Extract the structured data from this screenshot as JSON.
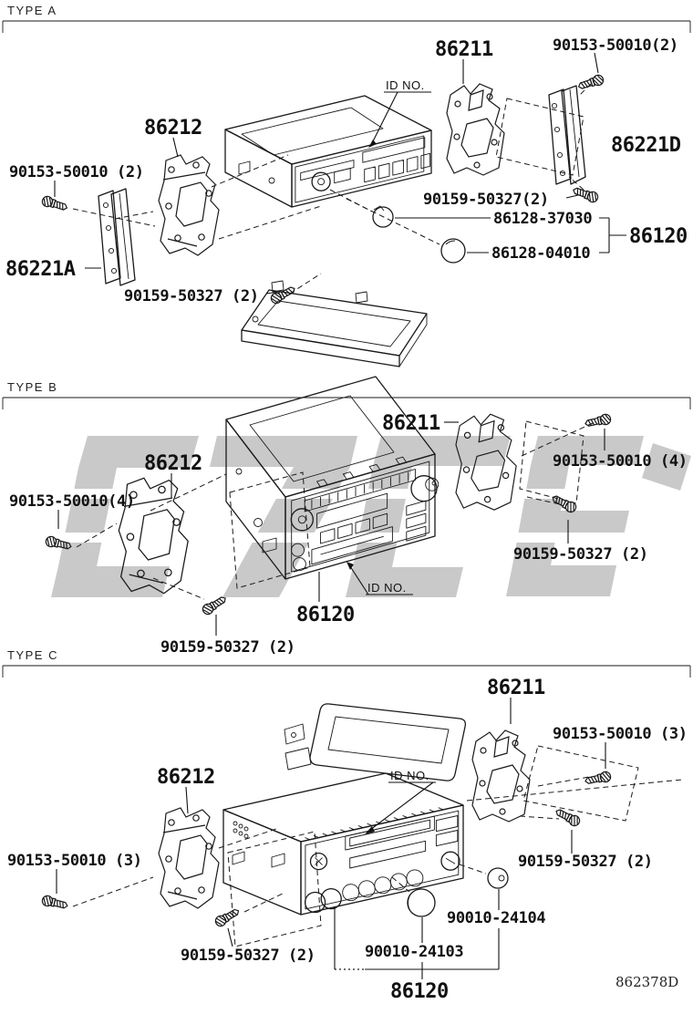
{
  "figure_code": "862378D",
  "sections": {
    "a": {
      "title": "TYPE A",
      "labels": {
        "bracket_no2": "86212",
        "bracket_no1": "86211",
        "screw_right": "90153-50010(2)",
        "screw_left": "90153-50010 (2)",
        "panel_left": "86221A",
        "panel_right": "86221D",
        "washer_screw_left": "90159-50327 (2)",
        "washer_screw_right": "90159-50327(2)",
        "knob_upper": "86128-37030",
        "knob_lower": "86128-04010",
        "receiver": "86120",
        "id_no": "ID NO."
      }
    },
    "b": {
      "title": "TYPE B",
      "labels": {
        "bracket_no2": "86212",
        "bracket_no1": "86211",
        "screw_left": "90153-50010(4)",
        "screw_right": "90153-50010 (4)",
        "washer_screw_right": "90159-50327 (2)",
        "washer_screw_bottom": "90159-50327 (2)",
        "receiver": "86120",
        "id_no": "ID NO."
      }
    },
    "c": {
      "title": "TYPE C",
      "labels": {
        "bracket_no2": "86212",
        "bracket_no1": "86211",
        "screw_left": "90153-50010 (3)",
        "screw_right": "90153-50010 (3)",
        "washer_screw_right": "90159-50327 (2)",
        "washer_screw_bottom": "90159-50327 (2)",
        "knob_front": "90010-24103",
        "knob_rear": "90010-24104",
        "receiver": "86120",
        "id_no": "ID NO."
      }
    }
  }
}
